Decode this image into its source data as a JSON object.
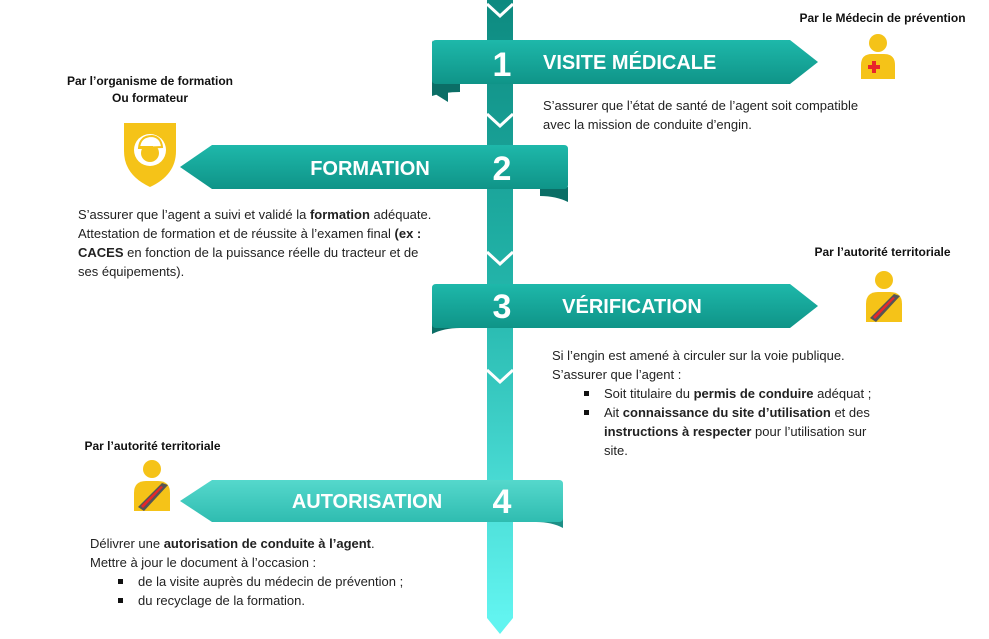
{
  "colors": {
    "spine_dark": "#0f8f86",
    "spine_light": "#5ff2ee",
    "banner": "#18ada0",
    "banner_light": "#41c8bb",
    "banner_dark": "#0b6e66",
    "icon_yellow": "#f5c318",
    "icon_red": "#e8262a"
  },
  "steps": [
    {
      "number": "1",
      "title": "VISITE MÉDICALE",
      "role": "Par le Médecin de prévention",
      "icon": "doctor-icon",
      "text": [
        "S’assurer que l’état de santé de l’agent soit compatible",
        "avec la mission de conduite d’engin."
      ]
    },
    {
      "number": "2",
      "title": "FORMATION",
      "role_line1": "Par l’organisme de formation",
      "role_line2": "Ou formateur",
      "icon": "trainer-shield-icon",
      "text": {
        "l1_a": "S’assurer que l’agent a suivi et validé la ",
        "l1_b": "formation",
        "l1_c": " adéquate.",
        "l2_a": "Attestation de formation et de réussite à l’examen final ",
        "l2_b": "(ex :",
        "l3_a": "CACES",
        "l3_b": " en fonction de la puissance réelle du tracteur et de",
        "l4": "ses équipements)."
      }
    },
    {
      "number": "3",
      "title": "VÉRIFICATION",
      "role": "Par l’autorité territoriale",
      "icon": "official-icon",
      "text": {
        "l1": "Si l’engin est amené à circuler sur la voie publique.",
        "l2": "S’assurer que l’agent :",
        "b1_a": "Soit titulaire du ",
        "b1_b": "permis de conduire",
        "b1_c": " adéquat ;",
        "b2_a": "Ait ",
        "b2_b": "connaissance du site d’utilisation",
        "b2_c": " et des",
        "b2_d": "instructions à respecter",
        "b2_e": " pour l’utilisation sur",
        "b2_f": "site."
      }
    },
    {
      "number": "4",
      "title": "AUTORISATION",
      "role": "Par l’autorité territoriale",
      "icon": "official-icon",
      "text": {
        "l1_a": "Délivrer une ",
        "l1_b": "autorisation de conduite à l’agent",
        "l1_c": ".",
        "l2": "Mettre à jour le document à l’occasion :",
        "b1": "de la visite auprès du médecin de prévention ;",
        "b2": "du recyclage de la formation."
      }
    }
  ]
}
